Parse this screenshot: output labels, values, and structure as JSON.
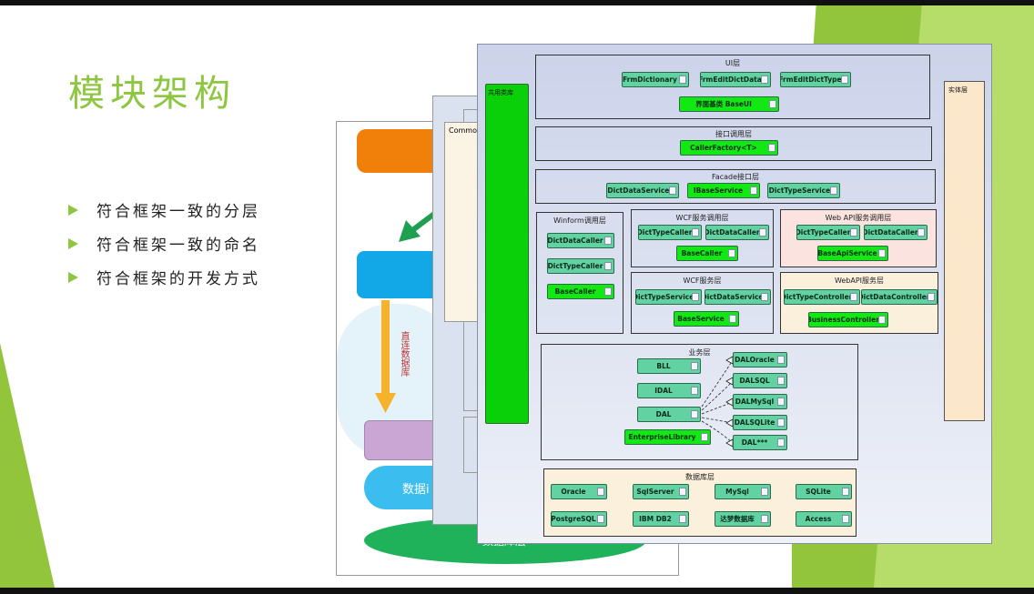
{
  "slide": {
    "title": "模块架构",
    "bullets": [
      "符合框架一致的分层",
      "符合框架一致的命名",
      "符合框架的开发方式"
    ]
  },
  "back_slide_1": {
    "vertical_note": "直连数据库",
    "data_layer_partial": "数据i",
    "database_layer": "数据库层"
  },
  "back_slide_2": {
    "commons_label": "Commons"
  },
  "diagram": {
    "common_library": "共用类库",
    "entity_layer": "实体层",
    "ui_layer": {
      "title": "UI层",
      "nodes": [
        "FrmDictionary",
        "FrmEditDictData",
        "FrmEditDictType",
        "界面基类 BaseUI"
      ]
    },
    "interface_call_layer": {
      "title": "接口调用层",
      "nodes": [
        "CallerFactory<T>"
      ]
    },
    "facade_layer": {
      "title": "Facade接口层",
      "nodes": [
        "IDictDataService",
        "IBaseService",
        "IDictTypeService"
      ]
    },
    "winform_call_layer": {
      "title": "Winform调用层",
      "nodes": [
        "DictDataCaller",
        "DictTypeCaller",
        "BaseCaller"
      ]
    },
    "wcf_call_layer": {
      "title": "WCF服务调用层",
      "nodes": [
        "DictTypeCaller",
        "DictDataCaller",
        "BaseCaller"
      ]
    },
    "webapi_call_layer": {
      "title": "Web API服务调用层",
      "nodes": [
        "DictTypeCaller",
        "DictDataCaller",
        "BaseApiService"
      ]
    },
    "wcf_service_layer": {
      "title": "WCF服务层",
      "nodes": [
        "DictTypeService",
        "DictDataService",
        "BaseService"
      ]
    },
    "webapi_service_layer": {
      "title": "WebAPI服务层",
      "nodes": [
        "DictTypeController",
        "DictDataController",
        "BusinessController"
      ]
    },
    "business_layer": {
      "title": "业务层",
      "nodes": [
        "BLL",
        "IDAL",
        "DAL",
        "EnterpriseLibrary"
      ],
      "dal_nodes": [
        "DALOracle",
        "DALSQL",
        "DALMySql",
        "DALSQLite",
        "DAL***"
      ]
    },
    "database_layer": {
      "title": "数据库层",
      "nodes": [
        "Oracle",
        "SqlServer",
        "MySql",
        "SQLite",
        "PostgreSQL",
        "IBM DB2",
        "达梦数据库",
        "Access"
      ]
    }
  },
  "colors": {
    "accent_green": "#8dc63f",
    "node_teal": "#62d2a2",
    "node_lime": "#12e812"
  }
}
